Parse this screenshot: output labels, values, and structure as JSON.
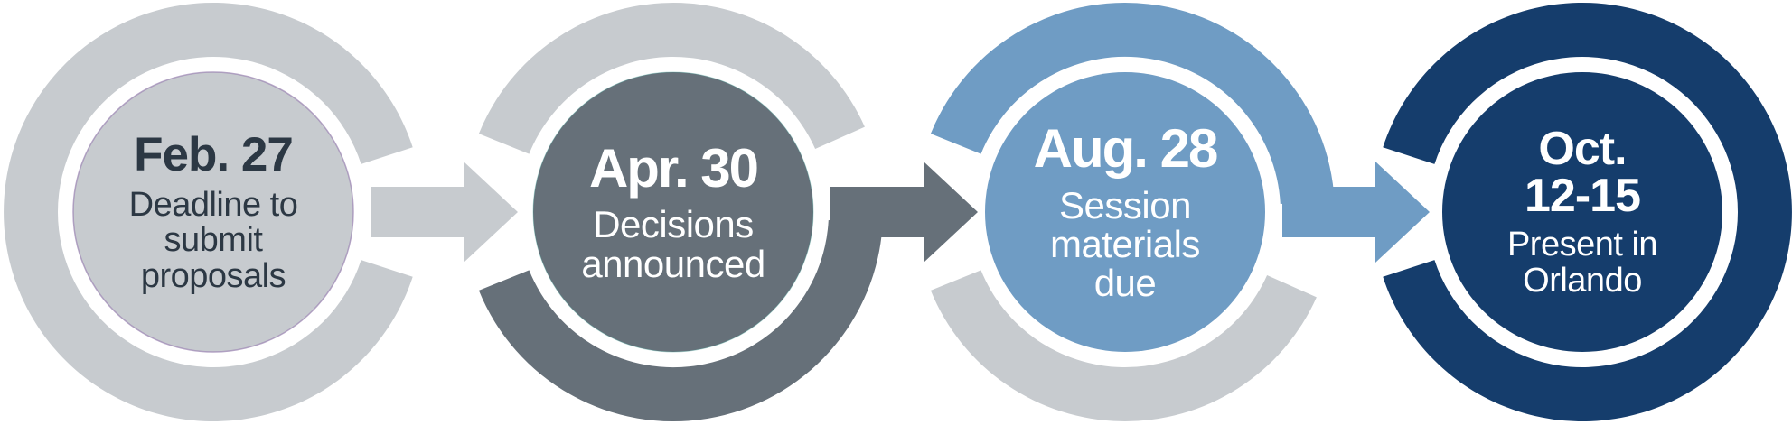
{
  "steps": [
    {
      "date": "Feb. 27",
      "description": [
        "Deadline to",
        "submit",
        "proposals"
      ],
      "circle_color": "#c7cbcf",
      "ring_color": "#c7cbcf",
      "arrow_color": "#c7cbcf",
      "text_color": "#2c3844"
    },
    {
      "date": "Apr. 30",
      "description": [
        "Decisions",
        "announced"
      ],
      "circle_color": "#667079",
      "ring_top_color": "#c7cbcf",
      "ring_bottom_color": "#667079",
      "arrow_color": "#667079",
      "text_color": "#ffffff"
    },
    {
      "date": "Aug. 28",
      "description": [
        "Session",
        "materials",
        "due"
      ],
      "circle_color": "#6f9cc4",
      "ring_top_color": "#6f9cc4",
      "ring_bottom_color": "#c7cbcf",
      "arrow_color": "#6f9cc4",
      "text_color": "#ffffff"
    },
    {
      "date": "Oct.",
      "date_line2": "12-15",
      "description": [
        "Present in",
        "Orlando"
      ],
      "circle_color": "#153d6c",
      "ring_color": "#153d6c",
      "text_color": "#ffffff"
    }
  ],
  "colors": {
    "background": "#ffffff",
    "step1_circle_outline": "#9d88b4",
    "step2_circle_outline": "#3e9e94"
  }
}
